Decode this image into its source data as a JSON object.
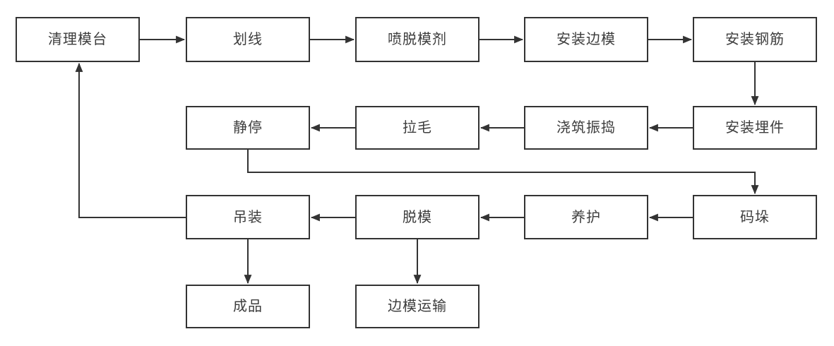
{
  "diagram": {
    "type": "flowchart",
    "colors": {
      "background": "#ffffff",
      "node_fill": "#ffffff",
      "node_border": "#333333",
      "line": "#333333",
      "text": "#3d3d3d"
    },
    "nodes": [
      {
        "id": "clean-mold-table",
        "label": "清理模台"
      },
      {
        "id": "scribing",
        "label": "划线"
      },
      {
        "id": "spray-release-agent",
        "label": "喷脱模剂"
      },
      {
        "id": "install-side-forms",
        "label": "安装边模"
      },
      {
        "id": "install-rebar",
        "label": "安装钢筋"
      },
      {
        "id": "static-resting",
        "label": "静停"
      },
      {
        "id": "roughening",
        "label": "拉毛"
      },
      {
        "id": "pouring-vibrating",
        "label": "浇筑振捣"
      },
      {
        "id": "install-embedded-parts",
        "label": "安装埋件"
      },
      {
        "id": "hoisting",
        "label": "吊装"
      },
      {
        "id": "demolding",
        "label": "脱模"
      },
      {
        "id": "curing",
        "label": "养护"
      },
      {
        "id": "stacking",
        "label": "码垛"
      },
      {
        "id": "finished-product",
        "label": "成品"
      },
      {
        "id": "side-form-transport",
        "label": "边模运输"
      }
    ],
    "edges": [
      {
        "from": "clean-mold-table",
        "to": "scribing"
      },
      {
        "from": "scribing",
        "to": "spray-release-agent"
      },
      {
        "from": "spray-release-agent",
        "to": "install-side-forms"
      },
      {
        "from": "install-side-forms",
        "to": "install-rebar"
      },
      {
        "from": "install-rebar",
        "to": "install-embedded-parts"
      },
      {
        "from": "install-embedded-parts",
        "to": "pouring-vibrating"
      },
      {
        "from": "pouring-vibrating",
        "to": "roughening"
      },
      {
        "from": "roughening",
        "to": "static-resting"
      },
      {
        "from": "static-resting",
        "to": "stacking"
      },
      {
        "from": "stacking",
        "to": "curing"
      },
      {
        "from": "curing",
        "to": "demolding"
      },
      {
        "from": "demolding",
        "to": "hoisting"
      },
      {
        "from": "hoisting",
        "to": "clean-mold-table"
      },
      {
        "from": "hoisting",
        "to": "finished-product"
      },
      {
        "from": "demolding",
        "to": "side-form-transport"
      }
    ]
  }
}
